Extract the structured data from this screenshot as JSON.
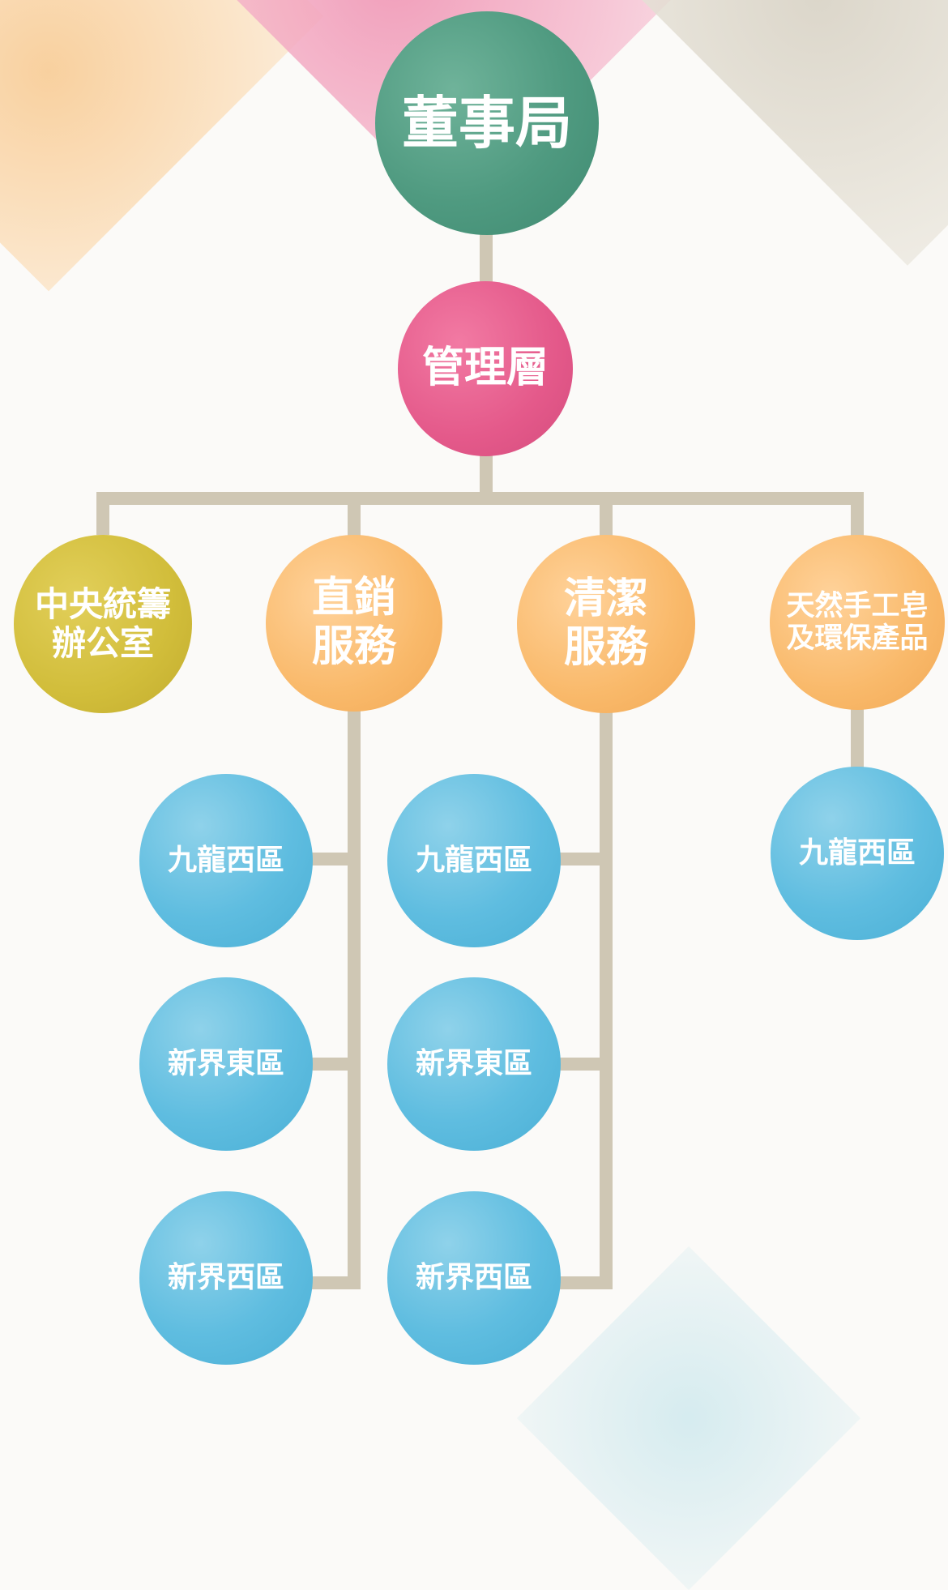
{
  "board": {
    "label": "董事局"
  },
  "management": {
    "label": "管理層"
  },
  "departments": [
    {
      "lines": [
        "中央統籌",
        "辦公室"
      ]
    },
    {
      "lines": [
        "直銷",
        "服務"
      ]
    },
    {
      "lines": [
        "清潔",
        "服務"
      ]
    },
    {
      "lines": [
        "天然手工皂",
        "及環保產品"
      ]
    }
  ],
  "regions": {
    "direct_sales": [
      "九龍西區",
      "新界東區",
      "新界西區"
    ],
    "cleaning": [
      "九龍西區",
      "新界東區",
      "新界西區"
    ],
    "soap": [
      "九龍西區"
    ]
  },
  "colors": {
    "board": "#4f9a80",
    "management": "#e4598a",
    "central_office": "#d1bd3a",
    "department": "#f9b96a",
    "region": "#5fbde0",
    "connector": "#cfc7b4"
  }
}
